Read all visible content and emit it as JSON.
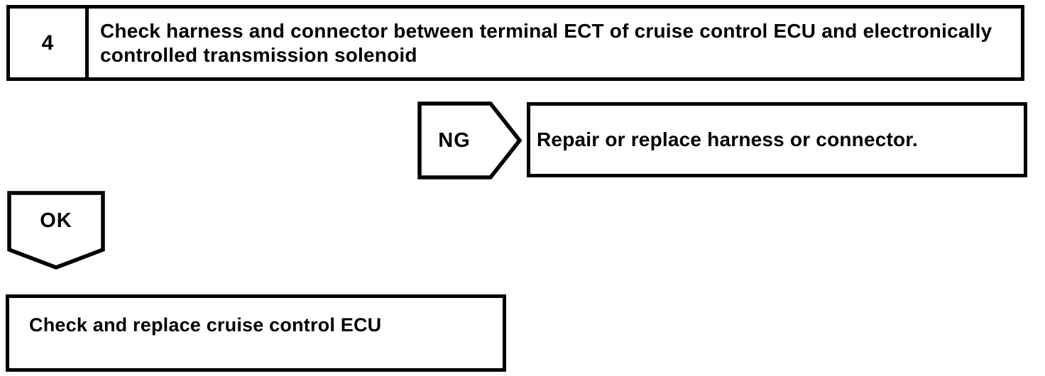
{
  "flowchart": {
    "step_box": {
      "number": "4",
      "instruction": "Check harness and connector between terminal ECT of cruise control ECU and electronically controlled transmission solenoid"
    },
    "ng_branch": {
      "label": "NG",
      "action": "Repair or replace harness or connector."
    },
    "ok_branch": {
      "label": "OK",
      "action": "Check and replace cruise control ECU"
    },
    "colors": {
      "ink": "#000000",
      "paper": "#ffffff"
    }
  }
}
